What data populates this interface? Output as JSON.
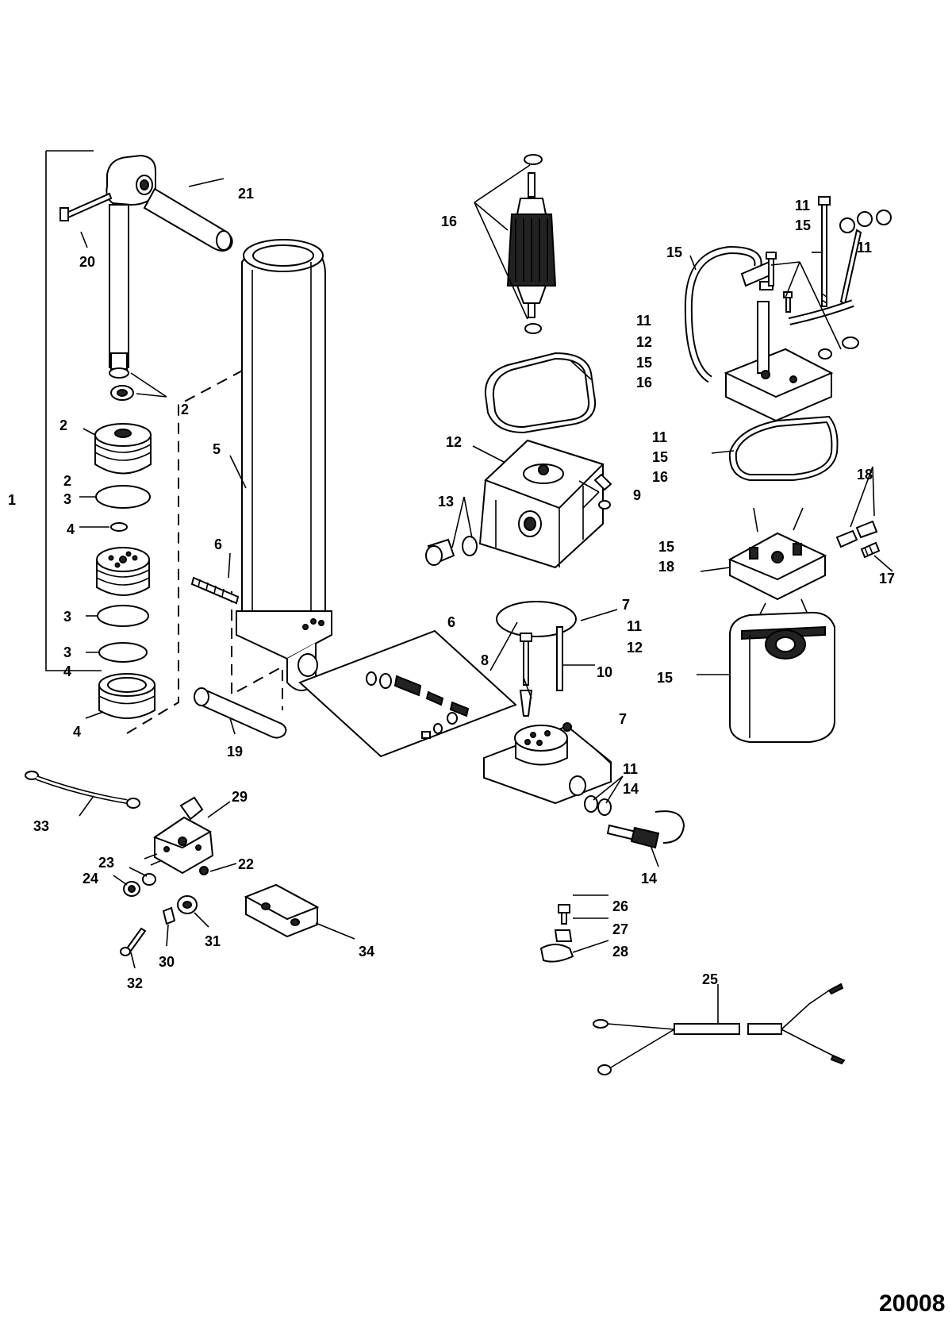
{
  "figure_number": "20008",
  "callouts": {
    "c1": "1",
    "c2a": "2",
    "c2b": "2",
    "c2c": "2",
    "c3a": "3",
    "c3b": "3",
    "c3c": "3",
    "c4a": "4",
    "c4b": "4",
    "c4c": "4",
    "c5": "5",
    "c6a": "6",
    "c6b": "6",
    "c7a": "7",
    "c7b": "7",
    "c8": "8",
    "c9": "9",
    "c10": "10",
    "c11a": "11",
    "c11b": "11",
    "c11c": "11",
    "c11d": "11",
    "c11e": "11",
    "c11f": "11",
    "c12a": "12",
    "c12b": "12",
    "c12c": "12",
    "c13": "13",
    "c14a": "14",
    "c14b": "14",
    "c15a": "15",
    "c15b": "15",
    "c15c": "15",
    "c15d": "15",
    "c15e": "15",
    "c15f": "15",
    "c16a": "16",
    "c16b": "16",
    "c16c": "16",
    "c17": "17",
    "c18a": "18",
    "c18b": "18",
    "c19": "19",
    "c20": "20",
    "c21": "21",
    "c22": "22",
    "c23": "23",
    "c24": "24",
    "c25": "25",
    "c26": "26",
    "c27": "27",
    "c28": "28",
    "c29": "29",
    "c30": "30",
    "c31": "31",
    "c32": "32",
    "c33": "33",
    "c34": "34"
  }
}
